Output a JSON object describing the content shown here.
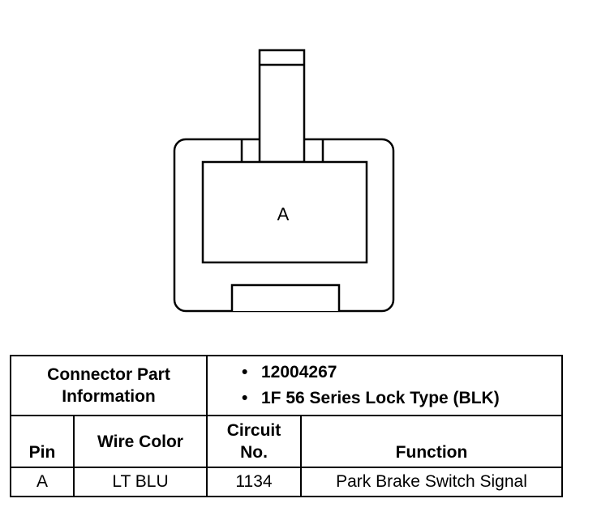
{
  "diagram": {
    "cavity_label": "A"
  },
  "connector_info": {
    "label_line1": "Connector Part",
    "label_line2": "Information",
    "items": [
      "12004267",
      "1F 56 Series Lock Type (BLK)"
    ],
    "bullet": "•"
  },
  "table": {
    "headers": {
      "pin": "Pin",
      "wire_color": "Wire Color",
      "circuit_line1": "Circuit",
      "circuit_line2": "No.",
      "function": "Function"
    },
    "rows": [
      {
        "pin": "A",
        "wire_color": "LT BLU",
        "circuit": "1134",
        "function": "Park Brake Switch Signal"
      }
    ]
  }
}
